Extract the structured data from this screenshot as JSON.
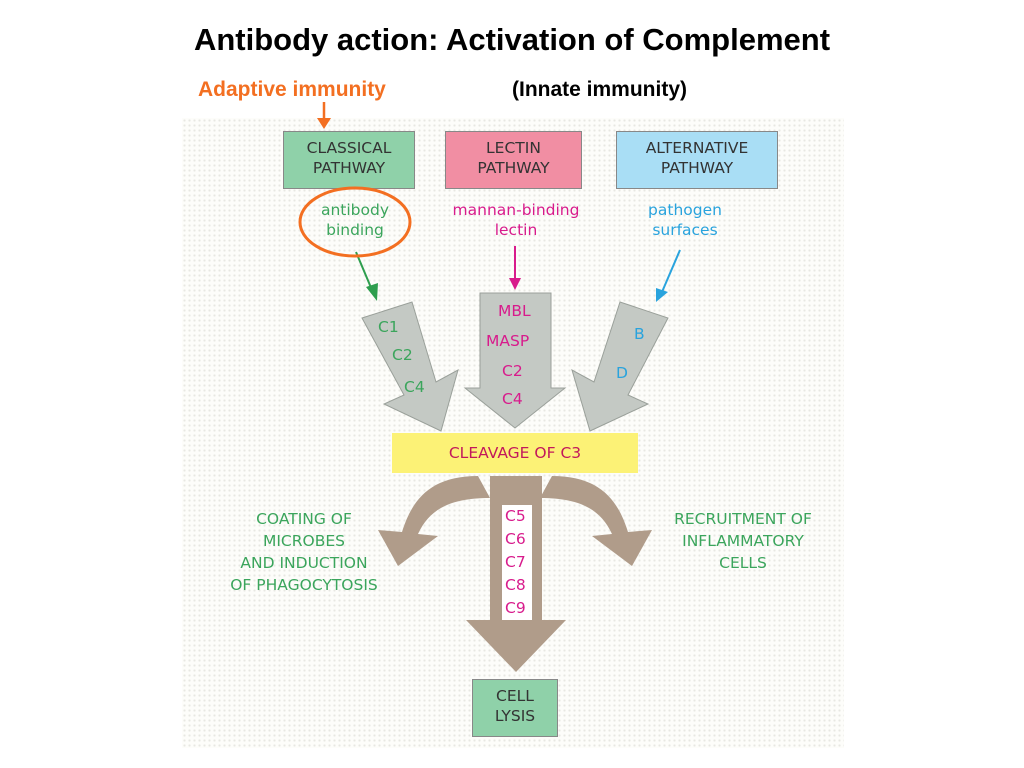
{
  "title": "Antibody action: Activation of Complement",
  "subtitle_adaptive": "Adaptive immunity",
  "subtitle_innate": "(Innate immunity)",
  "pathways": {
    "classical": {
      "label": "CLASSICAL\nPATHWAY",
      "trigger": "antibody\nbinding",
      "components": [
        "C1",
        "C2",
        "C4"
      ]
    },
    "lectin": {
      "label": "LECTIN\nPATHWAY",
      "trigger": "mannan-binding\nlectin",
      "components": [
        "MBL",
        "MASP",
        "C2",
        "C4"
      ]
    },
    "alternative": {
      "label": "ALTERNATIVE\nPATHWAY",
      "trigger": "pathogen\nsurfaces",
      "components": [
        "B",
        "D"
      ]
    }
  },
  "cleavage": "CLEAVAGE OF C3",
  "outcomes": {
    "coating": "COATING OF\nMICROBES\nAND INDUCTION\nOF PHAGOCYTOSIS",
    "recruitment": "RECRUITMENT OF\nINFLAMMATORY\nCELLS",
    "terminal_components": [
      "C5",
      "C6",
      "C7",
      "C8",
      "C9"
    ],
    "lysis": "CELL\nLYSIS"
  },
  "colors": {
    "classical": "#8fd1a9",
    "lectin": "#f18ea3",
    "alternative": "#a9def5",
    "cleavage": "#fcf276",
    "arrow_gray": "#c4c9c4",
    "arrow_tan": "#b09c8a",
    "highlight_orange": "#f36f21"
  }
}
